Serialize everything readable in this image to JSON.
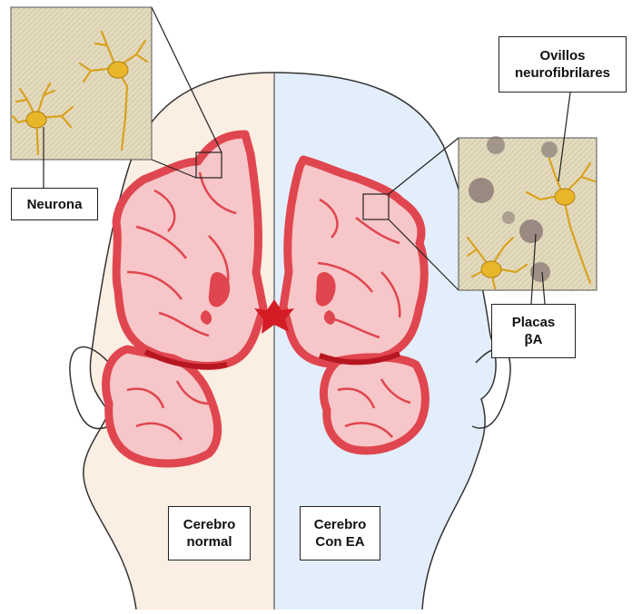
{
  "labels": {
    "neurona": "Neurona",
    "ovillos_line1": "Ovillos",
    "ovillos_line2": "neurofibrilares",
    "placas_line1": "Placas",
    "placas_line2": "βA",
    "normal_line1": "Cerebro",
    "normal_line2": "normal",
    "ea_line1": "Cerebro",
    "ea_line2": "Con EA"
  },
  "colors": {
    "left_background": "#fbeee3",
    "right_background": "#e2eefb",
    "brain_outer": "#e0464f",
    "brain_fill": "#f6c6c8",
    "brain_dark": "#b5161f",
    "neuron": "#e9b62a",
    "plaque": "#7a6a6a",
    "inset_bg": "#e6dcc0"
  }
}
